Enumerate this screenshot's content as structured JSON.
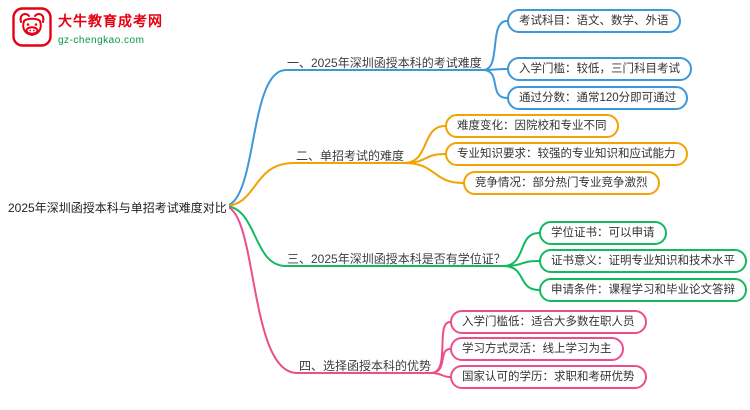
{
  "logo": {
    "title": "大牛教育成考网",
    "url": "gz-chengkao.com",
    "icon": "bull-icon",
    "colors": {
      "red": "#e60012",
      "green": "#009944"
    }
  },
  "root": {
    "label": "2025年深圳函授本科与单招考试难度对比"
  },
  "branches": [
    {
      "label": "一、2025年深圳函授本科的考试难度",
      "color": "#3d97d9",
      "children": [
        {
          "text": "考试科目：语文、数学、外语"
        },
        {
          "text": "入学门槛：较低，三门科目考试"
        },
        {
          "text": "通过分数：通常120分即可通过"
        }
      ]
    },
    {
      "label": "二、单招考试的难度",
      "color": "#f2a202",
      "children": [
        {
          "text": "难度变化：因院校和专业不同"
        },
        {
          "text": "专业知识要求：较强的专业知识和应试能力"
        },
        {
          "text": "竞争情况：部分热门专业竞争激烈"
        }
      ]
    },
    {
      "label": "三、2025年深圳函授本科是否有学位证？",
      "color": "#12b95f",
      "children": [
        {
          "text": "学位证书：可以申请"
        },
        {
          "text": "证书意义：证明专业知识和技术水平"
        },
        {
          "text": "申请条件：课程学习和毕业论文答辩"
        }
      ]
    },
    {
      "label": "四、选择函授本科的优势",
      "color": "#ec4d8b",
      "children": [
        {
          "text": "入学门槛低：适合大多数在职人员"
        },
        {
          "text": "学习方式灵活：线上学习为主"
        },
        {
          "text": "国家认可的学历：求职和考研优势"
        }
      ]
    }
  ]
}
